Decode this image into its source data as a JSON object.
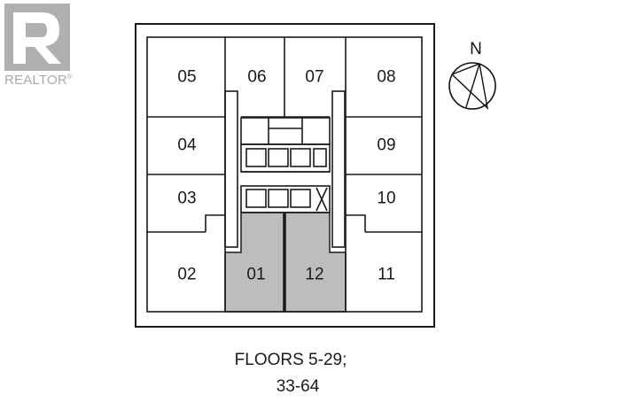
{
  "brand": {
    "name": "REALTOR",
    "mark": "®"
  },
  "compass": {
    "label": "N"
  },
  "units": [
    "05",
    "06",
    "07",
    "08",
    "04",
    "09",
    "03",
    "10",
    "02",
    "01",
    "12",
    "11"
  ],
  "highlighted_units": [
    "01",
    "12"
  ],
  "caption": {
    "line1": "FLOORS 5-29;",
    "line2": "33-64"
  },
  "colors": {
    "highlight": "#bdbdbd",
    "line": "#1a1a1a",
    "logo": "#b0b0b0"
  }
}
